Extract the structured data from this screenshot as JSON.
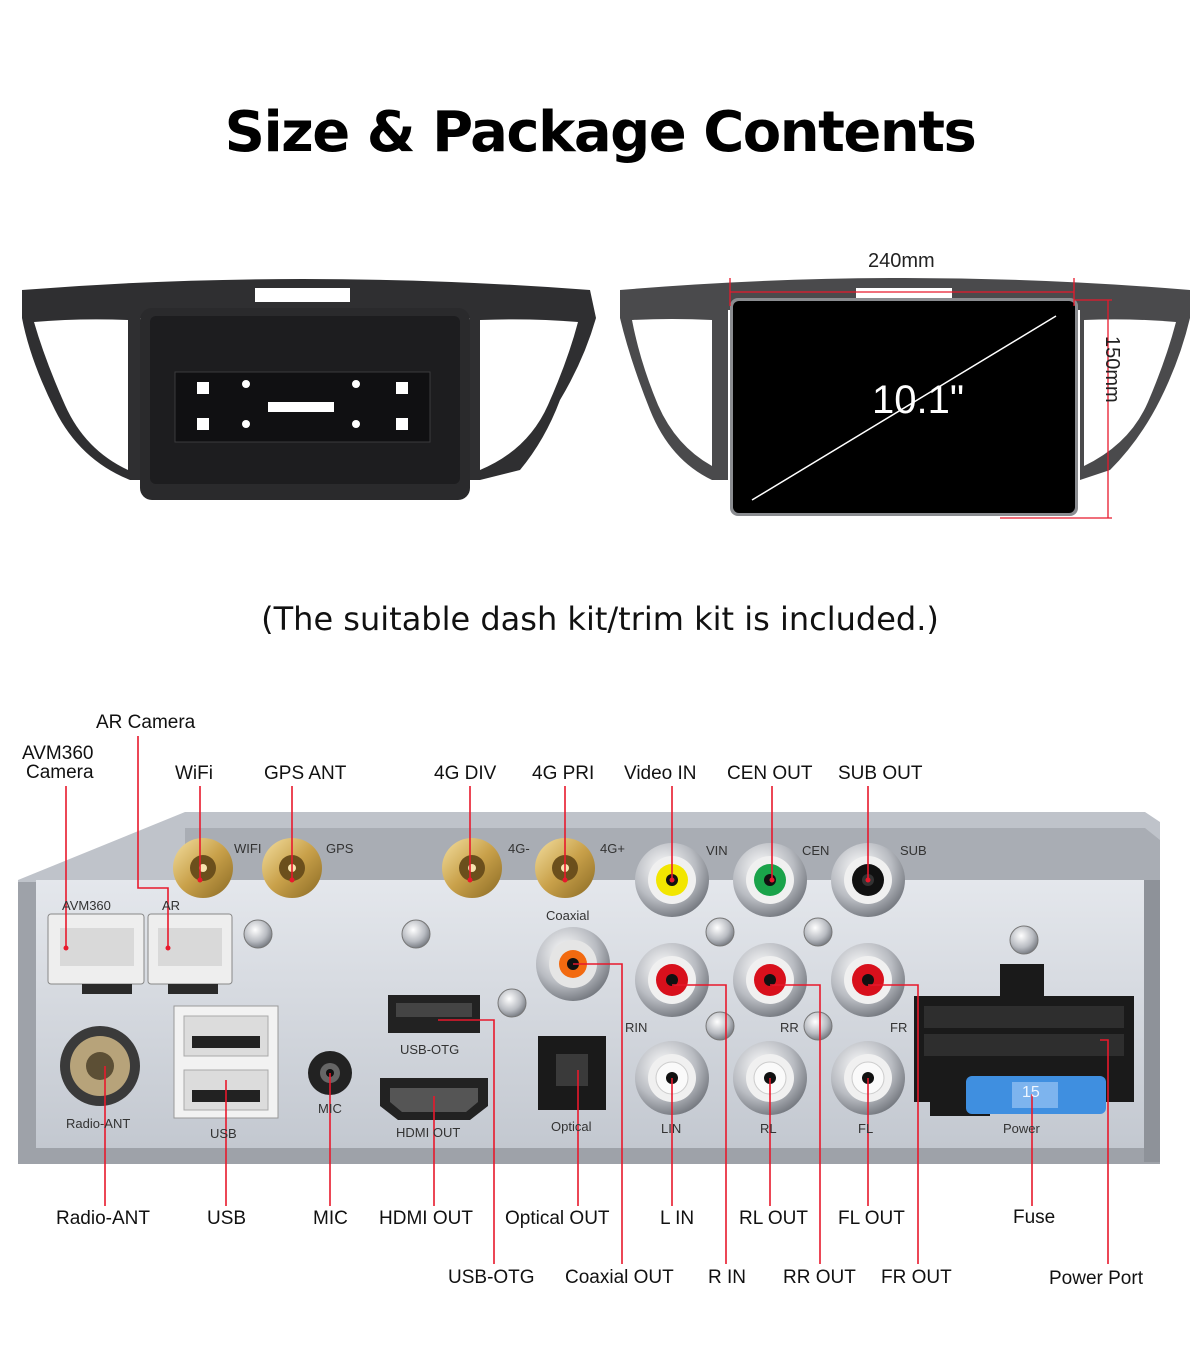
{
  "header": {
    "title": "Size & Package Contents"
  },
  "dimensions": {
    "width": "240mm",
    "height": "150mm",
    "screen": "10.1\""
  },
  "caption": "(The suitable dash kit/trim kit is included.)",
  "port_labels": {
    "ar_camera": "AR Camera",
    "avm360_line1": "AVM360",
    "avm360_line2": "Camera",
    "wifi": "WiFi",
    "gps_ant": "GPS ANT",
    "div_4g": "4G DIV",
    "pri_4g": "4G PRI",
    "video_in": "Video IN",
    "cen_out": "CEN OUT",
    "sub_out": "SUB OUT",
    "radio_ant": "Radio-ANT",
    "usb": "USB",
    "mic": "MIC",
    "hdmi_out": "HDMI OUT",
    "optical_out": "Optical OUT",
    "l_in": "L IN",
    "rl_out": "RL OUT",
    "fl_out": "FL OUT",
    "fuse": "Fuse",
    "usb_otg": "USB-OTG",
    "coaxial_out": "Coaxial OUT",
    "r_in": "R IN",
    "rr_out": "RR OUT",
    "fr_out": "FR OUT",
    "power_port": "Power Port"
  },
  "panel_print": {
    "wifi": "WIFI",
    "gps": "GPS",
    "g4_minus": "4G-",
    "g4_plus": "4G+",
    "vin": "VIN",
    "cen": "CEN",
    "sub": "SUB",
    "avm360": "AVM360",
    "ar": "AR",
    "coaxial": "Coaxial",
    "rin": "RIN",
    "rr": "RR",
    "fr": "FR",
    "usb_otg": "USB-OTG",
    "radio_ant": "Radio-ANT",
    "usb": "USB",
    "mic": "MIC",
    "hdmi_out": "HDMI OUT",
    "optical": "Optical",
    "lin": "LIN",
    "rl": "RL",
    "fl": "FL",
    "power": "Power",
    "fuse_value": "15"
  },
  "colors": {
    "callout_line": "#e8192c",
    "panel": "#d3d7de",
    "dash_kit": "#2b2b2b",
    "video_jack": "#f2e600",
    "cen_jack": "#1aa34a",
    "sub_jack": "#111111",
    "right_jack": "#d8101c",
    "coaxial_jack": "#f26a10",
    "fuse": "#3f8fe0"
  }
}
